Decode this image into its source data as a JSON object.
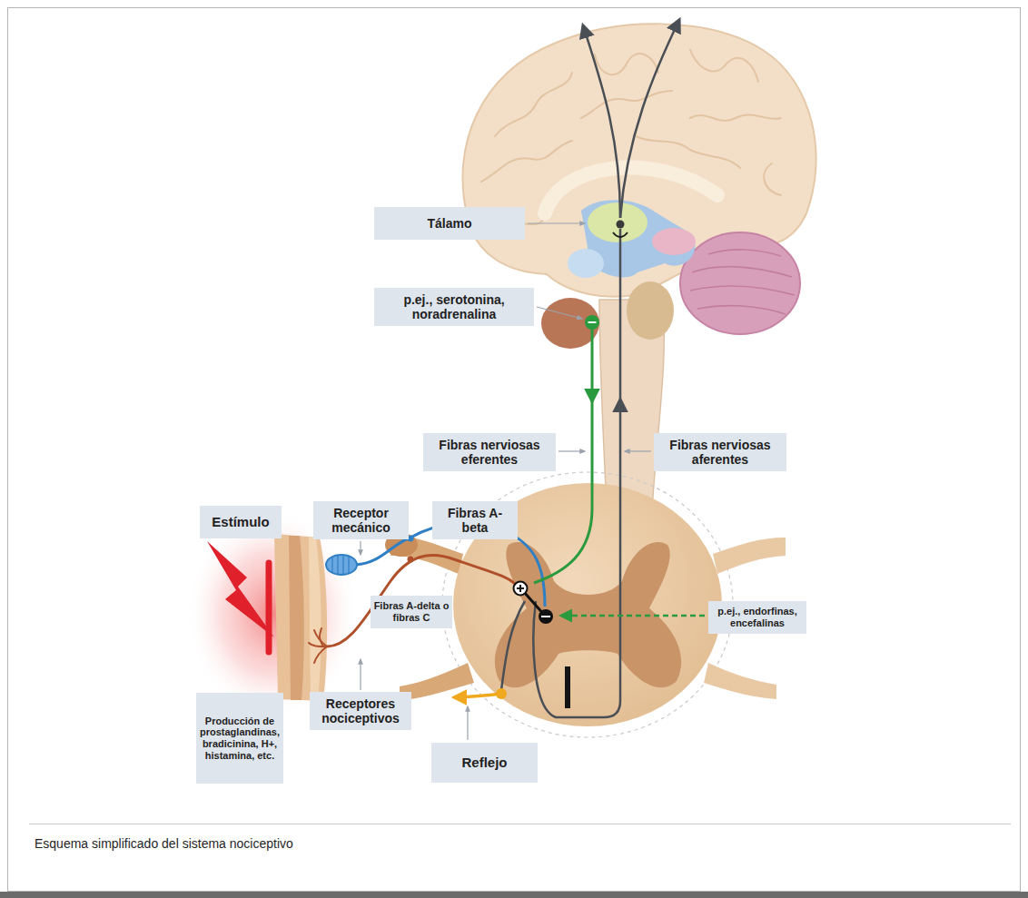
{
  "diagram": {
    "caption": "Esquema simplificado del sistema nociceptivo",
    "nodes": [
      {
        "text": [
          "Tálamo"
        ]
      },
      {
        "text": [
          "p.ej., serotonina, noradrenalina"
        ]
      },
      {
        "text": [
          "Fibras nerviosas eferentes"
        ]
      },
      {
        "text": [
          "Fibras nerviosas aferentes"
        ]
      },
      {
        "text": [
          "Estímulo"
        ]
      },
      {
        "text": [
          "Receptor mecánico"
        ]
      },
      {
        "text": [
          "Fibras A-beta"
        ]
      },
      {
        "text": [
          "p.ej., endorfinas, encefalinas"
        ]
      },
      {
        "text": [
          "Fibras A-delta o fibras C"
        ]
      },
      {
        "text": [
          "Producción de prostaglandinas, bradicinina, H+, histamina, etc."
        ]
      },
      {
        "text": [
          "Receptores nociceptivos"
        ]
      },
      {
        "text": [
          "Reflejo"
        ]
      }
    ]
  }
}
